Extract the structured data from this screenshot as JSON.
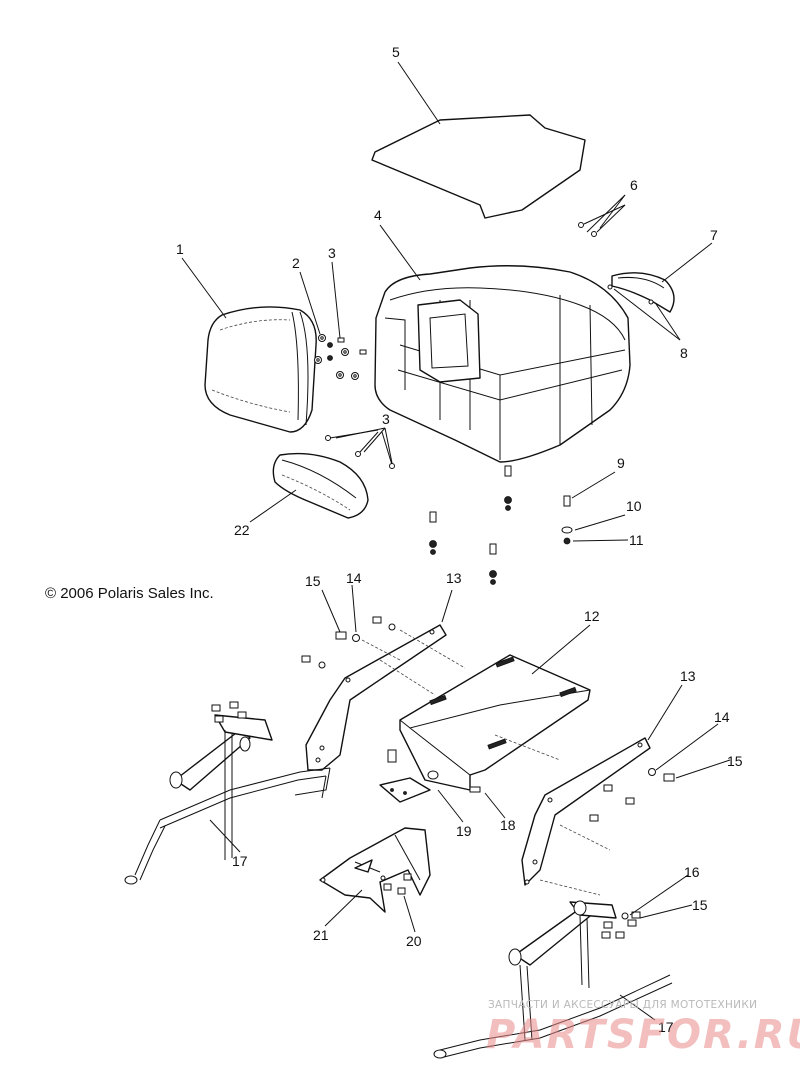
{
  "copyright": "© 2006 Polaris Sales Inc.",
  "watermark": {
    "line1": "ЗАПЧАСТИ И АКСЕССУАРЫ ДЛЯ МОТОТЕХНИКИ",
    "logo": "PARTSFOR.RU"
  },
  "callouts": {
    "c1": "1",
    "c2": "2",
    "c3a": "3",
    "c3b": "3",
    "c4": "4",
    "c5": "5",
    "c6": "6",
    "c7": "7",
    "c8": "8",
    "c9": "9",
    "c10": "10",
    "c11": "11",
    "c12": "12",
    "c13a": "13",
    "c13b": "13",
    "c14a": "14",
    "c14b": "14",
    "c15a": "15",
    "c15b": "15",
    "c15c": "15",
    "c16": "16",
    "c17a": "17",
    "c17b": "17",
    "c18": "18",
    "c19": "19",
    "c20": "20",
    "c21": "21",
    "c22": "22"
  },
  "colors": {
    "ink": "#111111",
    "watermark_red": "#e88a8a",
    "watermark_gray": "#b9b9b9"
  }
}
